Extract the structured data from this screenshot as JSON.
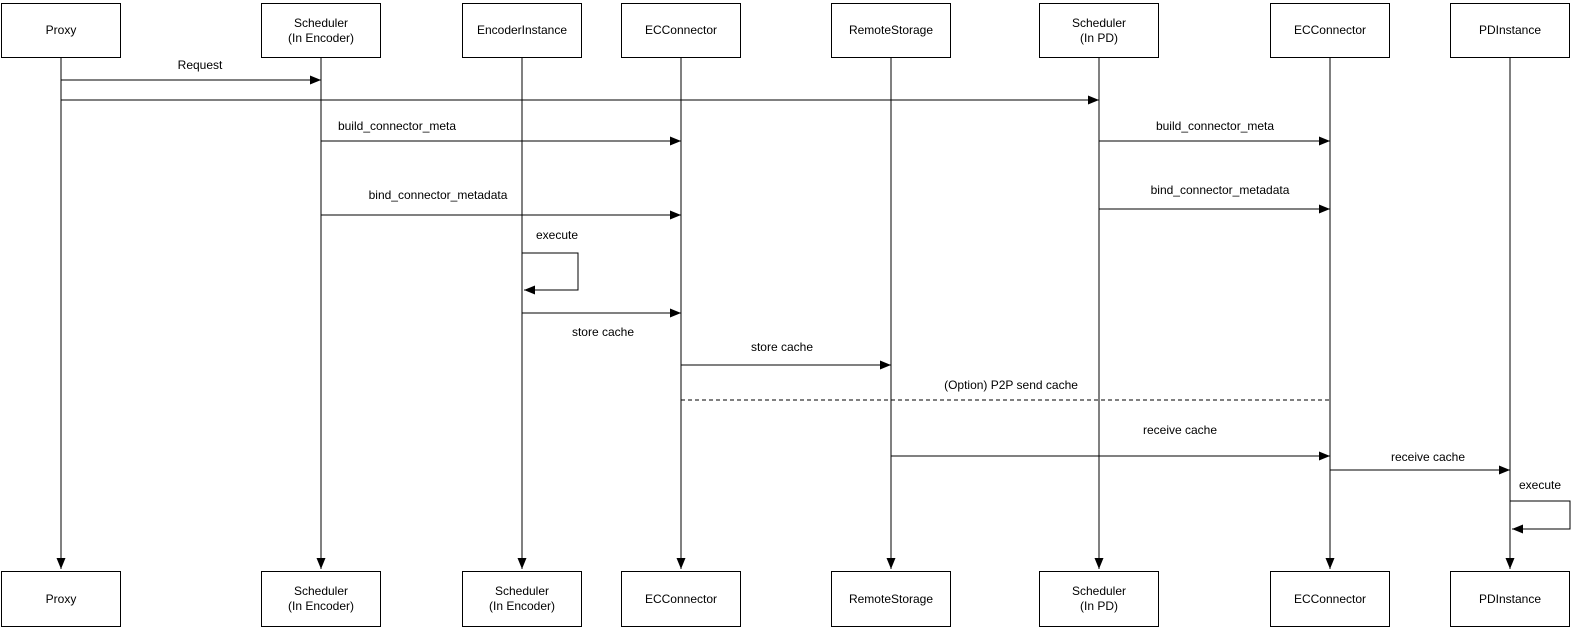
{
  "actors": [
    {
      "top": "Proxy",
      "bottom": "Proxy"
    },
    {
      "top": "Scheduler\n(In Encoder)",
      "bottom": "Scheduler\n(In Encoder)"
    },
    {
      "top": "EncoderInstance",
      "bottom": "Scheduler\n(In Encoder)"
    },
    {
      "top": "ECConnector",
      "bottom": "ECConnector"
    },
    {
      "top": "RemoteStorage",
      "bottom": "RemoteStorage"
    },
    {
      "top": "Scheduler\n(In PD)",
      "bottom": "Scheduler\n(In PD)"
    },
    {
      "top": "ECConnector",
      "bottom": "ECConnector"
    },
    {
      "top": "PDInstance",
      "bottom": "PDInstance"
    }
  ],
  "messages": {
    "request": "Request",
    "build_connector_meta_left": "build_connector_meta",
    "build_connector_meta_right": "build_connector_meta",
    "bind_connector_metadata_left": "bind_connector_metadata",
    "bind_connector_metadata_right": "bind_connector_metadata",
    "execute_encoder": "execute",
    "store_cache_encoder_to_ec": "store cache",
    "store_cache_ec_to_remote": "store cache",
    "p2p_send_cache": "(Option) P2P send cache",
    "receive_cache_remote_to_ec": "receive cache",
    "receive_cache_ec_to_pd": "receive cache",
    "execute_pd": "execute"
  },
  "colors": {
    "line": "#000000",
    "text": "#000000",
    "background": "#ffffff"
  }
}
